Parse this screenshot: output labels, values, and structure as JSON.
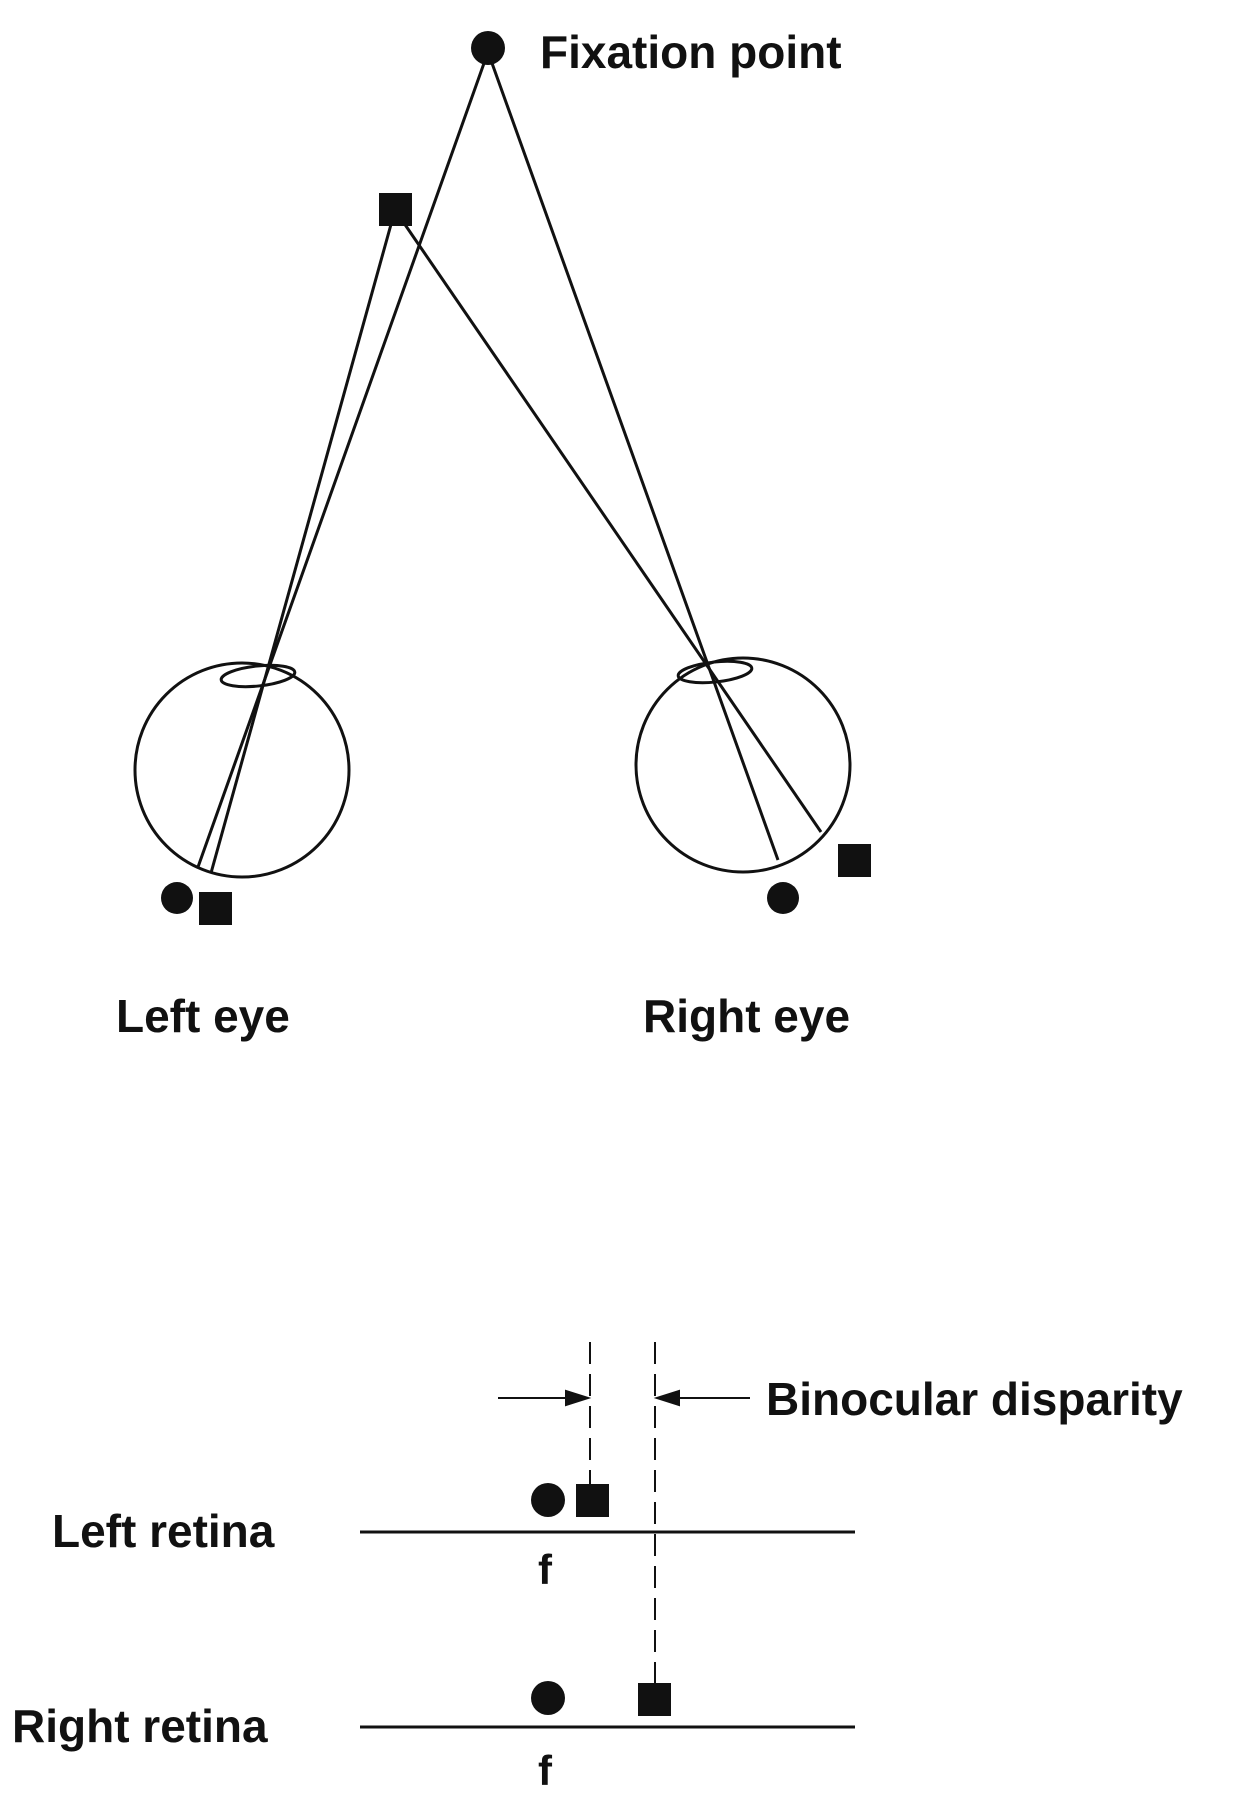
{
  "labels": {
    "fixation_point": "Fixation point",
    "left_eye": "Left eye",
    "right_eye": "Right eye",
    "binocular_disparity": "Binocular disparity",
    "left_retina": "Left retina",
    "right_retina": "Right retina",
    "fovea_left": "f",
    "fovea_right": "f"
  },
  "colors": {
    "ink": "#111111",
    "background": "#ffffff"
  },
  "icons": {
    "fixation_marker": "filled-circle",
    "target_marker": "filled-square"
  }
}
